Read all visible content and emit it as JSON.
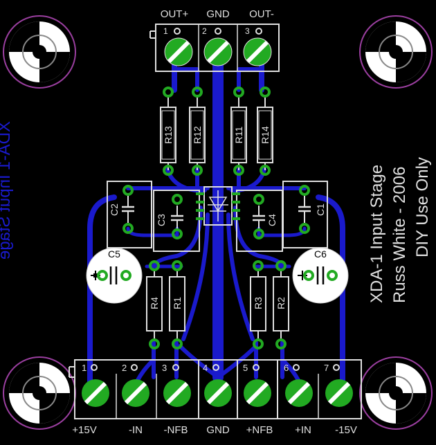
{
  "colors": {
    "background": "#000000",
    "trace": "#1a1acc",
    "pad": "#22aa22",
    "silk": "#e0e0e0",
    "mounting_ring": "#9b3fa0",
    "bottom_text": "#1a1acc"
  },
  "top_connector": {
    "labels": [
      "OUT+",
      "GND",
      "OUT-"
    ],
    "pin_numbers": [
      "1",
      "2",
      "3"
    ]
  },
  "bottom_connector": {
    "labels": [
      "+15V",
      "-IN",
      "-NFB",
      "GND",
      "+NFB",
      "+IN",
      "-15V"
    ],
    "pin_numbers": [
      "1",
      "2",
      "3",
      "4",
      "5",
      "6",
      "7"
    ]
  },
  "components": {
    "r13": "R13",
    "r12": "R12",
    "r11": "R11",
    "r14": "R14",
    "r4": "R4",
    "r1": "R1",
    "r3": "R3",
    "r2": "R2",
    "c1": "C1",
    "c2": "C2",
    "c3": "C3",
    "c4": "C4",
    "c5": "C5",
    "c6": "C6"
  },
  "board_text": {
    "line1": "XDA-1 Input Stage",
    "line2": "Russ White - 2006",
    "line3": "DIY Use Only",
    "bottom_mirrored": "XDA-1 Input Stage"
  },
  "icons": {
    "mounting_hole": "mounting-hole-icon",
    "screw_terminal": "screw-terminal-icon",
    "ic_chip": "ic-chip-icon"
  }
}
